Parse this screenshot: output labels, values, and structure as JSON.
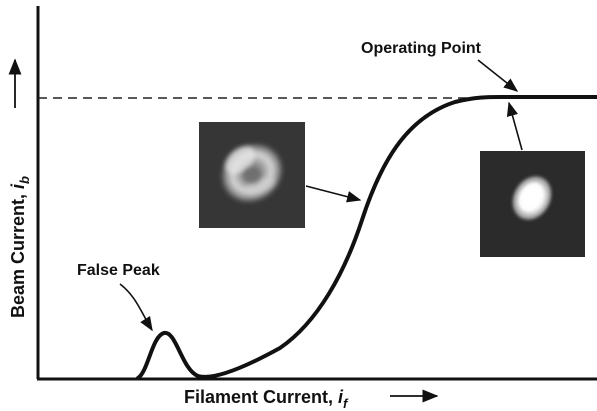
{
  "diagram": {
    "annotations": {
      "operating_point": "Operating Point",
      "false_peak": "False Peak"
    },
    "x_axis": {
      "label": "Filament Current, ",
      "symbol": "i",
      "subscript": "f"
    },
    "y_axis": {
      "label": "Beam Current, ",
      "symbol": "i",
      "subscript": "b"
    },
    "colors": {
      "curve": "#111111",
      "axes": "#111111",
      "dashed_line": "#222222"
    },
    "beam_images": [
      {
        "name": "unsaturated-beam-image",
        "description_icon": "ring-shaped-beam"
      },
      {
        "name": "saturated-beam-image",
        "description_icon": "compact-beam-spot"
      }
    ]
  }
}
